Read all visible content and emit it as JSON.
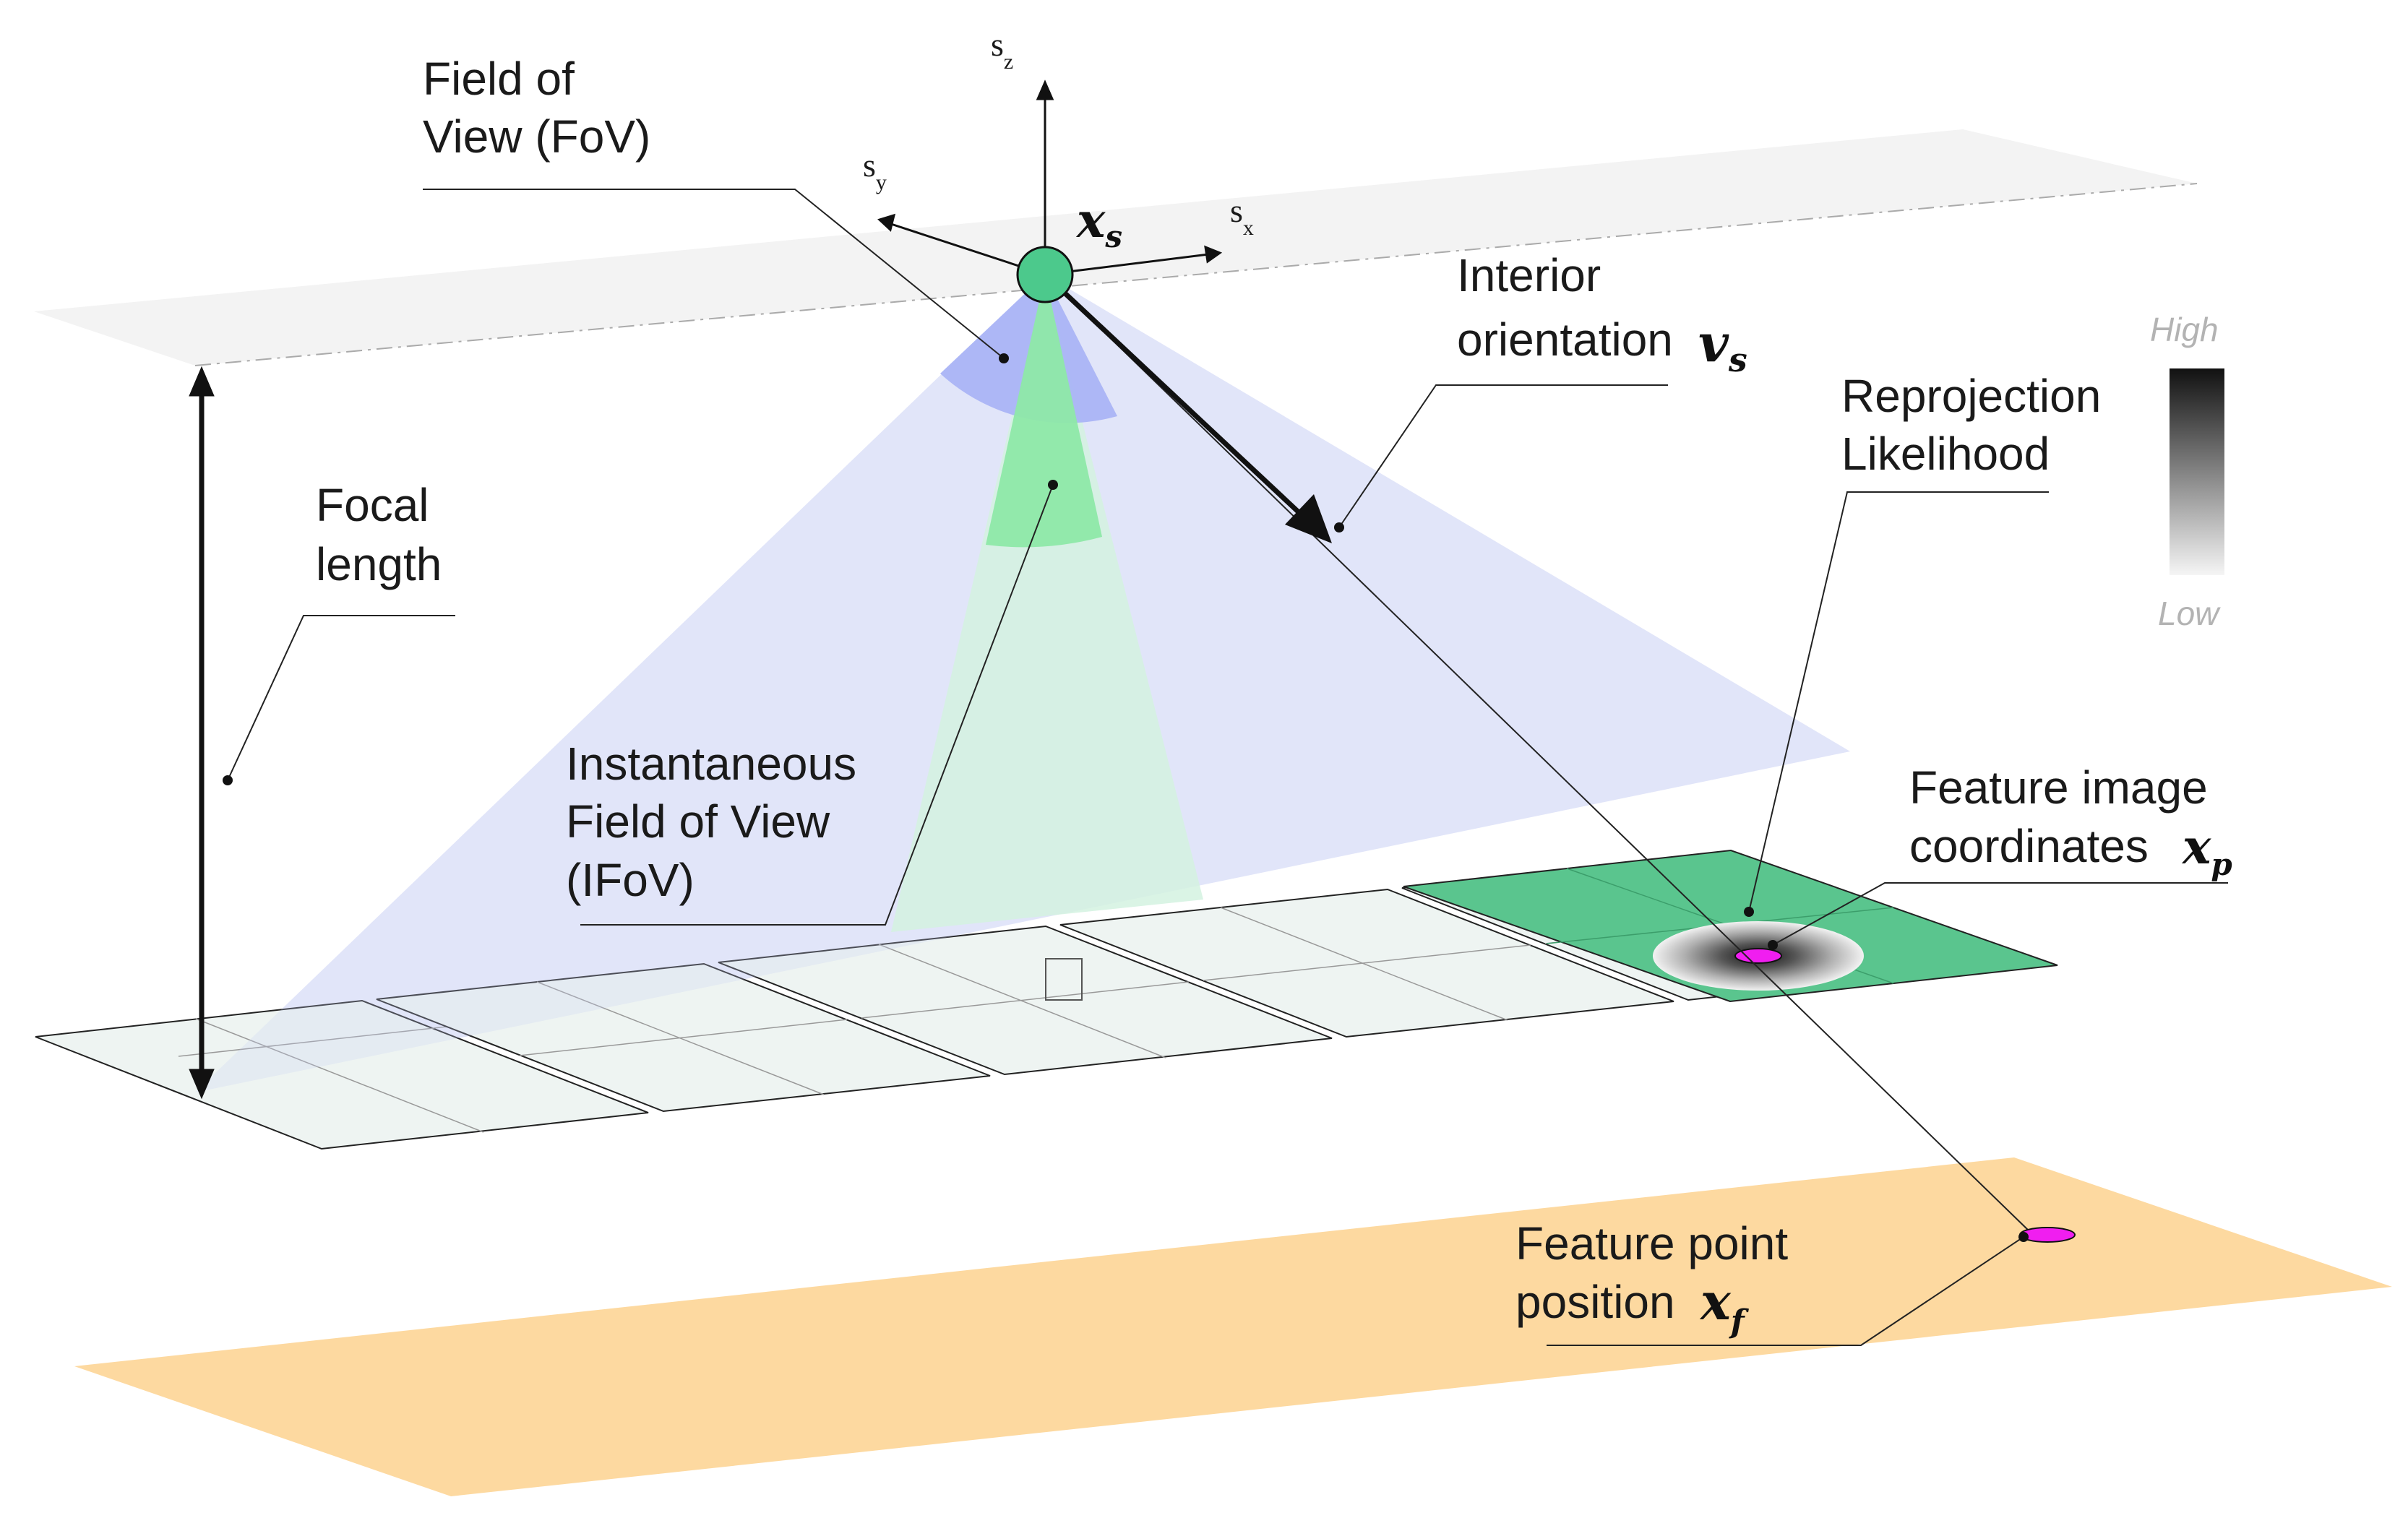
{
  "axes": {
    "sz": {
      "base": "s",
      "sub": "z"
    },
    "sy": {
      "base": "s",
      "sub": "y"
    },
    "sx": {
      "base": "s",
      "sub": "x"
    }
  },
  "labels": {
    "fov": [
      "Field of",
      "View (FoV)"
    ],
    "focal": [
      "Focal",
      "length"
    ],
    "ifov": [
      "Instantaneous",
      "Field of View",
      "(IFoV)"
    ],
    "interior": [
      "Interior",
      "orientation"
    ],
    "reprojection": [
      "Reprojection",
      "Likelihood"
    ],
    "feature_image": [
      "Feature image",
      "coordinates"
    ],
    "feature_point": [
      "Feature point",
      "position"
    ]
  },
  "math": {
    "xs": {
      "base": "x",
      "sub": "s"
    },
    "vs": {
      "base": "v",
      "sub": "s"
    },
    "xp": {
      "base": "x",
      "sub": "p"
    },
    "xf": {
      "base": "x",
      "sub": "f"
    }
  },
  "legend": {
    "high": "High",
    "low": "Low"
  },
  "colors": {
    "sensor_plane": "#f2f2f2",
    "fov_fan": "#e9ebfb",
    "fov_wedge": "#aab4f5",
    "ifov_beam": "#d4f2e0",
    "ifov_wedge": "#8ee8a8",
    "sensor": "#4cc98c",
    "active_tile": "#5ac58e",
    "inactive_tile": "#eef4f2",
    "ground": "#fdd9a0",
    "feature": "#f01ef0"
  }
}
